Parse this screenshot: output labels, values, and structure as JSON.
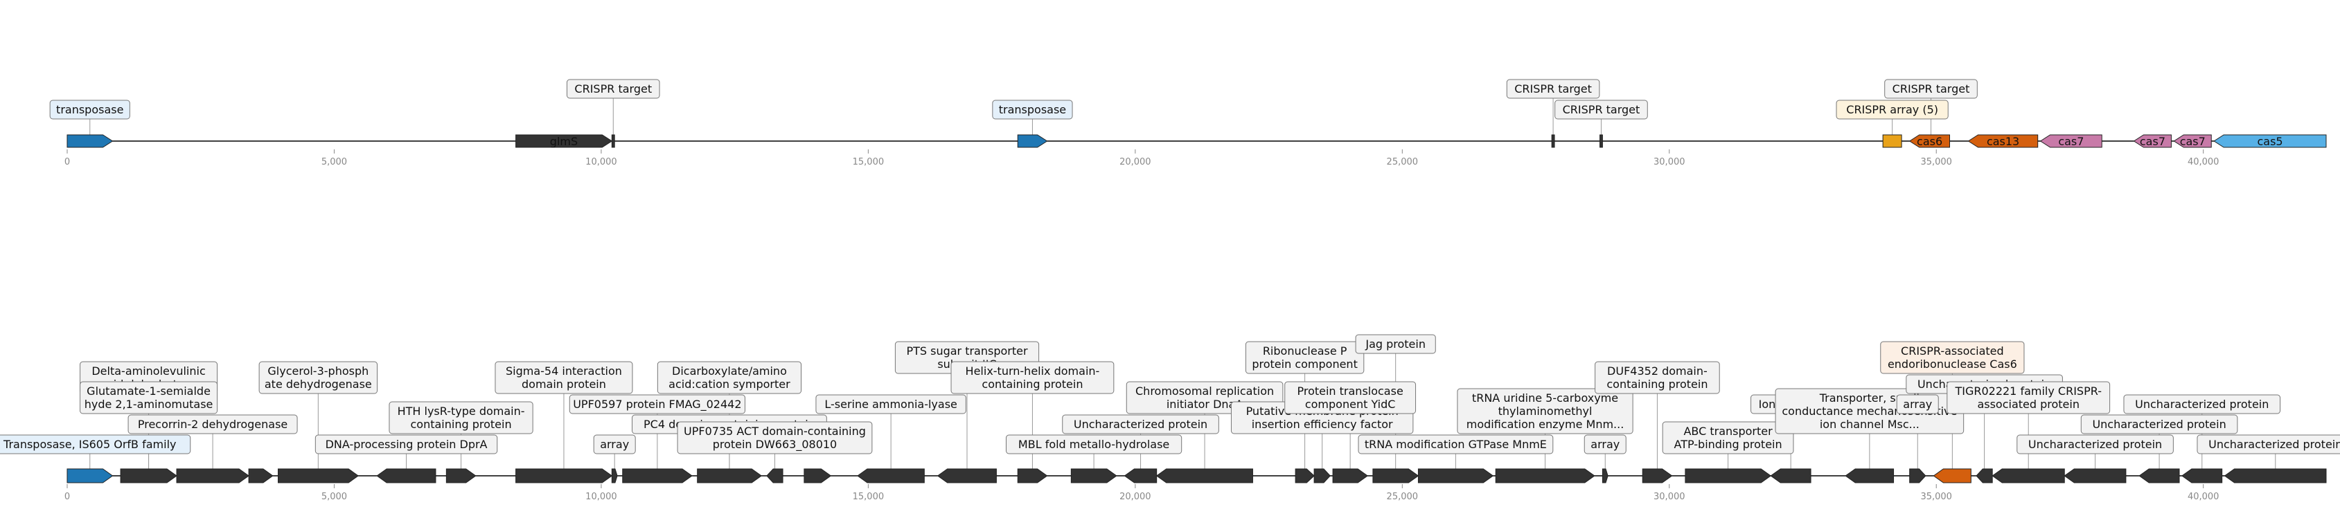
{
  "colors": {
    "dark": "#333333",
    "transposase": "#1f77b4",
    "cas6": "#d45f0e",
    "cas7": "#c87aa8",
    "cas5": "#56b0e6",
    "array": "#e8a21a",
    "box_default": "#f2f2f2",
    "box_transposase": "#e4f0fa",
    "box_cas6": "#fcefe4",
    "box_array": "#fdf3dd"
  },
  "axis_ticks": [
    "0",
    "5,000",
    "10,000",
    "15,000",
    "20,000",
    "25,000",
    "30,000",
    "35,000",
    "40,000"
  ],
  "tracks": [
    {
      "name": "top-track",
      "genes": [
        {
          "start": 0,
          "end": 850,
          "strand": 1,
          "type": "transposase",
          "text": ""
        },
        {
          "start": 8400,
          "end": 10200,
          "strand": 1,
          "type": "dark",
          "text": "glmS"
        },
        {
          "start": 17800,
          "end": 18350,
          "strand": 1,
          "type": "transposase",
          "text": ""
        },
        {
          "start": 34000,
          "end": 34350,
          "strand": 0,
          "type": "array",
          "text": ""
        },
        {
          "start": 34500,
          "end": 35250,
          "strand": -1,
          "type": "cas6",
          "text": "cas6"
        },
        {
          "start": 35600,
          "end": 36900,
          "strand": -1,
          "type": "cas6",
          "text": "cas13"
        },
        {
          "start": 36950,
          "end": 38100,
          "strand": -1,
          "type": "cas7",
          "text": "cas7"
        },
        {
          "start": 38700,
          "end": 39400,
          "strand": -1,
          "type": "cas7",
          "text": "cas7"
        },
        {
          "start": 39450,
          "end": 40150,
          "strand": -1,
          "type": "cas7",
          "text": "cas7"
        },
        {
          "start": 40200,
          "end": 42300,
          "strand": -1,
          "type": "cas5",
          "text": "cas5"
        },
        {
          "start": 10200,
          "end": 10250,
          "strand": 0,
          "type": "dark",
          "text": ""
        },
        {
          "start": 27800,
          "end": 27850,
          "strand": 0,
          "type": "dark",
          "text": ""
        },
        {
          "start": 28700,
          "end": 28750,
          "strand": 0,
          "type": "dark",
          "text": ""
        }
      ],
      "labels": [
        {
          "pos": 425,
          "level": 0,
          "text": "transposase",
          "style": "transposase"
        },
        {
          "pos": 10225,
          "level": 1,
          "text": "CRISPR target",
          "style": "default"
        },
        {
          "pos": 18075,
          "level": 0,
          "text": "transposase",
          "style": "transposase"
        },
        {
          "pos": 27825,
          "level": 1,
          "text": "CRISPR target",
          "style": "default"
        },
        {
          "pos": 28725,
          "level": 0,
          "text": "CRISPR target",
          "style": "default"
        },
        {
          "pos": 34175,
          "level": 0,
          "text": "CRISPR array (5)",
          "style": "array"
        },
        {
          "pos": 34900,
          "level": 1,
          "text": "CRISPR target",
          "style": "default"
        }
      ]
    },
    {
      "name": "bottom-track",
      "genes": [
        {
          "start": 0,
          "end": 850,
          "strand": 1,
          "type": "transposase",
          "text": ""
        },
        {
          "start": 1000,
          "end": 2050,
          "strand": 1,
          "type": "dark",
          "text": ""
        },
        {
          "start": 2050,
          "end": 3400,
          "strand": 1,
          "type": "dark",
          "text": ""
        },
        {
          "start": 3400,
          "end": 3850,
          "strand": 1,
          "type": "dark",
          "text": ""
        },
        {
          "start": 3950,
          "end": 5450,
          "strand": 1,
          "type": "dark",
          "text": ""
        },
        {
          "start": 5800,
          "end": 6900,
          "strand": -1,
          "type": "dark",
          "text": ""
        },
        {
          "start": 7100,
          "end": 7650,
          "strand": 1,
          "type": "dark",
          "text": ""
        },
        {
          "start": 8400,
          "end": 10200,
          "strand": 1,
          "type": "dark",
          "text": ""
        },
        {
          "start": 10200,
          "end": 10300,
          "strand": 1,
          "type": "dark",
          "text": ""
        },
        {
          "start": 10400,
          "end": 11700,
          "strand": 1,
          "type": "dark",
          "text": ""
        },
        {
          "start": 11800,
          "end": 13000,
          "strand": 1,
          "type": "dark",
          "text": ""
        },
        {
          "start": 13100,
          "end": 13400,
          "strand": -1,
          "type": "dark",
          "text": ""
        },
        {
          "start": 13800,
          "end": 14300,
          "strand": 1,
          "type": "dark",
          "text": ""
        },
        {
          "start": 14800,
          "end": 16050,
          "strand": -1,
          "type": "dark",
          "text": ""
        },
        {
          "start": 16300,
          "end": 17400,
          "strand": -1,
          "type": "dark",
          "text": ""
        },
        {
          "start": 17800,
          "end": 18350,
          "strand": 1,
          "type": "dark",
          "text": ""
        },
        {
          "start": 18800,
          "end": 19650,
          "strand": 1,
          "type": "dark",
          "text": ""
        },
        {
          "start": 19800,
          "end": 20400,
          "strand": -1,
          "type": "dark",
          "text": ""
        },
        {
          "start": 20400,
          "end": 22200,
          "strand": -1,
          "type": "dark",
          "text": ""
        },
        {
          "start": 23000,
          "end": 23350,
          "strand": 1,
          "type": "dark",
          "text": ""
        },
        {
          "start": 23350,
          "end": 23650,
          "strand": 1,
          "type": "dark",
          "text": ""
        },
        {
          "start": 23700,
          "end": 24350,
          "strand": 1,
          "type": "dark",
          "text": ""
        },
        {
          "start": 24450,
          "end": 25300,
          "strand": 1,
          "type": "dark",
          "text": ""
        },
        {
          "start": 25300,
          "end": 26700,
          "strand": 1,
          "type": "dark",
          "text": ""
        },
        {
          "start": 26750,
          "end": 28600,
          "strand": 1,
          "type": "dark",
          "text": ""
        },
        {
          "start": 28750,
          "end": 28850,
          "strand": 1,
          "type": "dark",
          "text": ""
        },
        {
          "start": 29500,
          "end": 30050,
          "strand": 1,
          "type": "dark",
          "text": ""
        },
        {
          "start": 30300,
          "end": 31900,
          "strand": 1,
          "type": "dark",
          "text": ""
        },
        {
          "start": 31900,
          "end": 32650,
          "strand": -1,
          "type": "dark",
          "text": ""
        },
        {
          "start": 33300,
          "end": 34200,
          "strand": -1,
          "type": "dark",
          "text": ""
        },
        {
          "start": 34500,
          "end": 34800,
          "strand": 1,
          "type": "dark",
          "text": ""
        },
        {
          "start": 34950,
          "end": 35650,
          "strand": -1,
          "type": "cas6",
          "text": ""
        },
        {
          "start": 35750,
          "end": 36050,
          "strand": -1,
          "type": "dark",
          "text": ""
        },
        {
          "start": 36050,
          "end": 37400,
          "strand": -1,
          "type": "dark",
          "text": ""
        },
        {
          "start": 37400,
          "end": 38550,
          "strand": -1,
          "type": "dark",
          "text": ""
        },
        {
          "start": 38800,
          "end": 39550,
          "strand": -1,
          "type": "dark",
          "text": ""
        },
        {
          "start": 39600,
          "end": 40350,
          "strand": -1,
          "type": "dark",
          "text": ""
        },
        {
          "start": 40400,
          "end": 42300,
          "strand": -1,
          "type": "dark",
          "text": ""
        }
      ],
      "labels": [
        {
          "pos": 425,
          "level": 0,
          "text": "Transposase, IS605 OrfB family",
          "style": "transposase"
        },
        {
          "pos": 1525,
          "level": 3,
          "text": "Delta-aminolevulinic\nacid dehydratase",
          "style": "default"
        },
        {
          "pos": 2725,
          "level": 1,
          "text": "Precorrin-2 dehydrogenase",
          "style": "default"
        },
        {
          "pos": 1525,
          "level": 2,
          "text": "Glutamate-1-semialde\nhyde 2,1-aminomutase",
          "style": "default"
        },
        {
          "pos": 4700,
          "level": 3,
          "text": "Glycerol-3-phosph\nate dehydrogenase",
          "style": "default"
        },
        {
          "pos": 6350,
          "level": 0,
          "text": "DNA-processing protein DprA",
          "style": "default"
        },
        {
          "pos": 7375,
          "level": 1,
          "text": "HTH lysR-type domain-\ncontaining protein",
          "style": "default"
        },
        {
          "pos": 9300,
          "level": 3,
          "text": "Sigma-54 interaction\ndomain protein",
          "style": "default"
        },
        {
          "pos": 10250,
          "level": 0,
          "text": "array",
          "style": "default"
        },
        {
          "pos": 11050,
          "level": 2,
          "text": "UPF0597 protein FMAG_02442",
          "style": "default"
        },
        {
          "pos": 12400,
          "level": 1,
          "text": "PC4 domain-containing protein",
          "style": "default"
        },
        {
          "pos": 12400,
          "level": 3,
          "text": "Dicarboxylate/amino\nacid:cation symporter",
          "style": "default"
        },
        {
          "pos": 13250,
          "level": 0,
          "text": "UPF0735 ACT domain-containing\nprotein DW663_08010",
          "style": "default"
        },
        {
          "pos": 15425,
          "level": 2,
          "text": "L-serine ammonia-lyase",
          "style": "default"
        },
        {
          "pos": 16850,
          "level": 4,
          "text": "PTS sugar transporter\nsubunit IIC",
          "style": "default"
        },
        {
          "pos": 18075,
          "level": 3,
          "text": "Helix-turn-helix domain-\ncontaining protein",
          "style": "default"
        },
        {
          "pos": 19225,
          "level": 0,
          "text": "MBL fold metallo-hydrolase",
          "style": "default"
        },
        {
          "pos": 20100,
          "level": 1,
          "text": "Uncharacterized protein",
          "style": "default"
        },
        {
          "pos": 21300,
          "level": 2,
          "text": "Chromosomal replication\ninitiator DnaA",
          "style": "default"
        },
        {
          "pos": 23175,
          "level": 4,
          "text": "Ribonuclease P\nprotein component",
          "style": "default"
        },
        {
          "pos": 23500,
          "level": 1,
          "text": "Putative membrane protein\ninsertion efficiency factor",
          "style": "default"
        },
        {
          "pos": 24025,
          "level": 2,
          "text": "Protein translocase\ncomponent YidC",
          "style": "default"
        },
        {
          "pos": 24875,
          "level": 5,
          "text": "Jag protein",
          "style": "default"
        },
        {
          "pos": 26000,
          "level": 0,
          "text": "tRNA modification GTPase MnmE",
          "style": "default"
        },
        {
          "pos": 27675,
          "level": 1,
          "text": "tRNA uridine 5-carboxyme\nthylaminomethyl\nmodification enzyme Mnm...",
          "style": "default"
        },
        {
          "pos": 28800,
          "level": 0,
          "text": "array",
          "style": "default"
        },
        {
          "pos": 29775,
          "level": 3,
          "text": "DUF4352 domain-\ncontaining protein",
          "style": "default"
        },
        {
          "pos": 31100,
          "level": 0,
          "text": "ABC transporter\nATP-binding protein",
          "style": "default"
        },
        {
          "pos": 32275,
          "level": 2,
          "text": "Ion channel",
          "style": "default"
        },
        {
          "pos": 33750,
          "level": 1,
          "text": "Transporter, small\nconductance mechanosensitive\nion channel Msc...",
          "style": "default"
        },
        {
          "pos": 34650,
          "level": 2,
          "text": "array",
          "style": "default"
        },
        {
          "pos": 35300,
          "level": 4,
          "text": "CRISPR-associated\nendoribonuclease Cas6",
          "style": "cas6"
        },
        {
          "pos": 35900,
          "level": 3,
          "text": "Uncharacterized protein",
          "style": "default"
        },
        {
          "pos": 36725,
          "level": 2,
          "text": "TIGR02221 family CRISPR-\nassociated protein",
          "style": "default"
        },
        {
          "pos": 37975,
          "level": 0,
          "text": "Uncharacterized protein",
          "style": "default"
        },
        {
          "pos": 39175,
          "level": 1,
          "text": "Uncharacterized protein",
          "style": "default"
        },
        {
          "pos": 39975,
          "level": 2,
          "text": "Uncharacterized protein",
          "style": "default"
        },
        {
          "pos": 41350,
          "level": 0,
          "text": "Uncharacterized protein",
          "style": "default"
        }
      ]
    }
  ]
}
